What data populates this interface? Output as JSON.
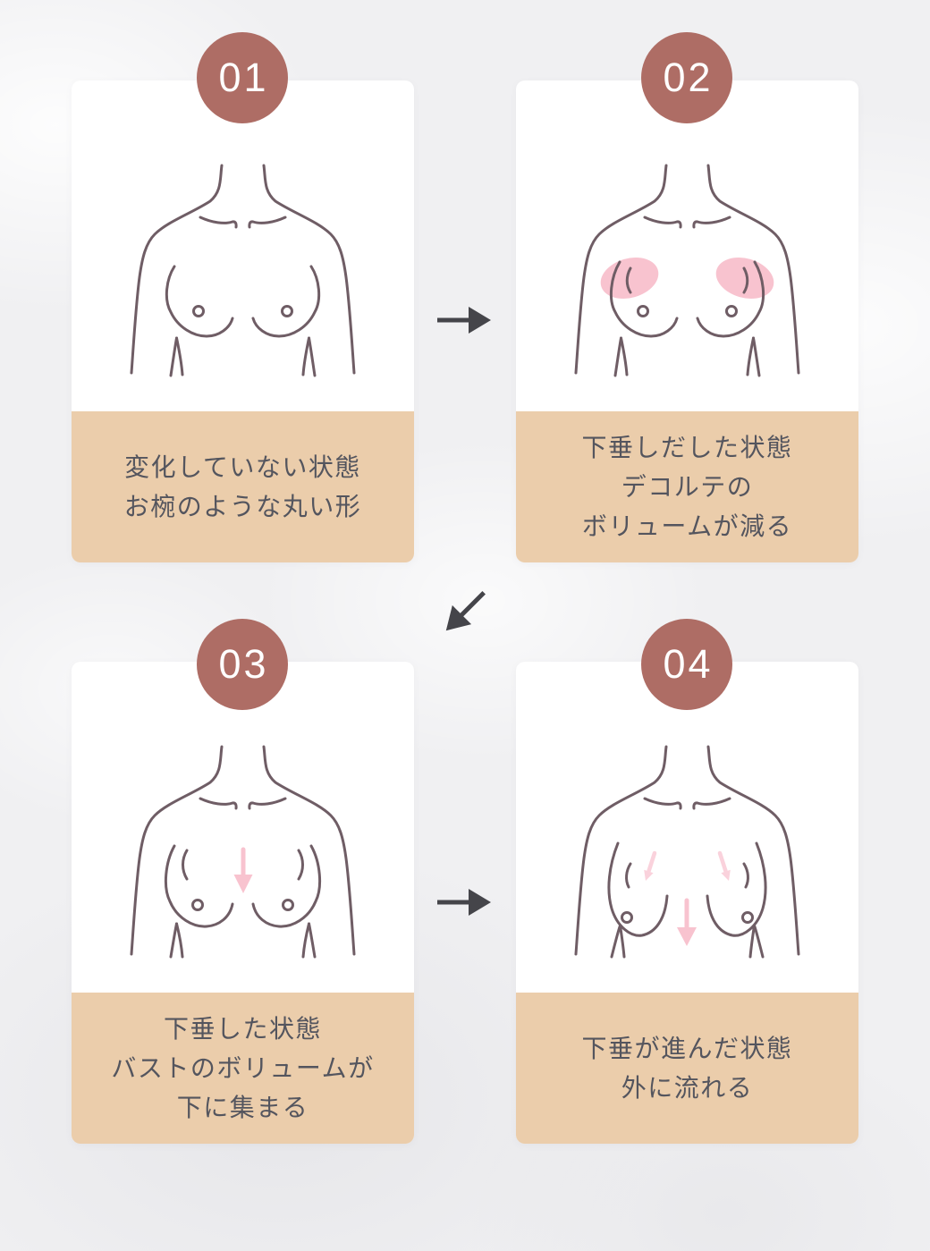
{
  "colors": {
    "page_bg": "#f0f0f2",
    "card_bg": "#ffffff",
    "caption_bg": "#ebcdab",
    "caption_text": "#54555e",
    "badge_bg": "#ae6d65",
    "badge_text": "#ffffff",
    "line_art": "#6f5d65",
    "pink_highlight": "#f8c3cf",
    "pink_light": "#fad2dc",
    "arrow_dark": "#45454a"
  },
  "steps": [
    {
      "number": "01",
      "illustration": "torso-front-round-bust",
      "caption_lines": [
        "変化していない状態",
        "お椀のような丸い形"
      ]
    },
    {
      "number": "02",
      "illustration": "torso-front-decollete-volume-loss",
      "caption_lines": [
        "下垂しだした状態",
        "デコルテの",
        "ボリュームが減る"
      ]
    },
    {
      "number": "03",
      "illustration": "torso-front-sagging-volume-gathers-down",
      "caption_lines": [
        "下垂した状態",
        "バストのボリュームが",
        "下に集まる"
      ]
    },
    {
      "number": "04",
      "illustration": "torso-front-advanced-sagging-outward-flow",
      "caption_lines": [
        "下垂が進んだ状態",
        "外に流れる"
      ]
    }
  ],
  "arrows": [
    {
      "name": "arrow-step1-to-step2",
      "direction": "right"
    },
    {
      "name": "arrow-step2-to-step3",
      "direction": "down-left"
    },
    {
      "name": "arrow-step3-to-step4",
      "direction": "right"
    }
  ]
}
